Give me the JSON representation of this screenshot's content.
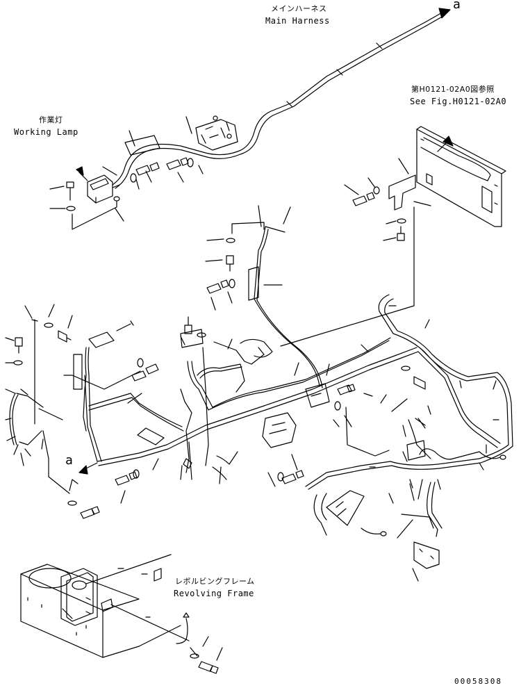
{
  "callouts": {
    "main_harness_jp": "メインハーネス",
    "main_harness_en": "Main Harness",
    "see_fig_jp": "第H0121-02A0図参照",
    "see_fig_en": "See Fig.H0121-02A0",
    "working_lamp_jp": "作業灯",
    "working_lamp_en": "Working Lamp",
    "revolving_frame_jp": "レボルビングフレーム",
    "revolving_frame_en": "Revolving Frame",
    "ref_top": "a",
    "ref_bottom": "a"
  },
  "drawing_number": "00058308"
}
